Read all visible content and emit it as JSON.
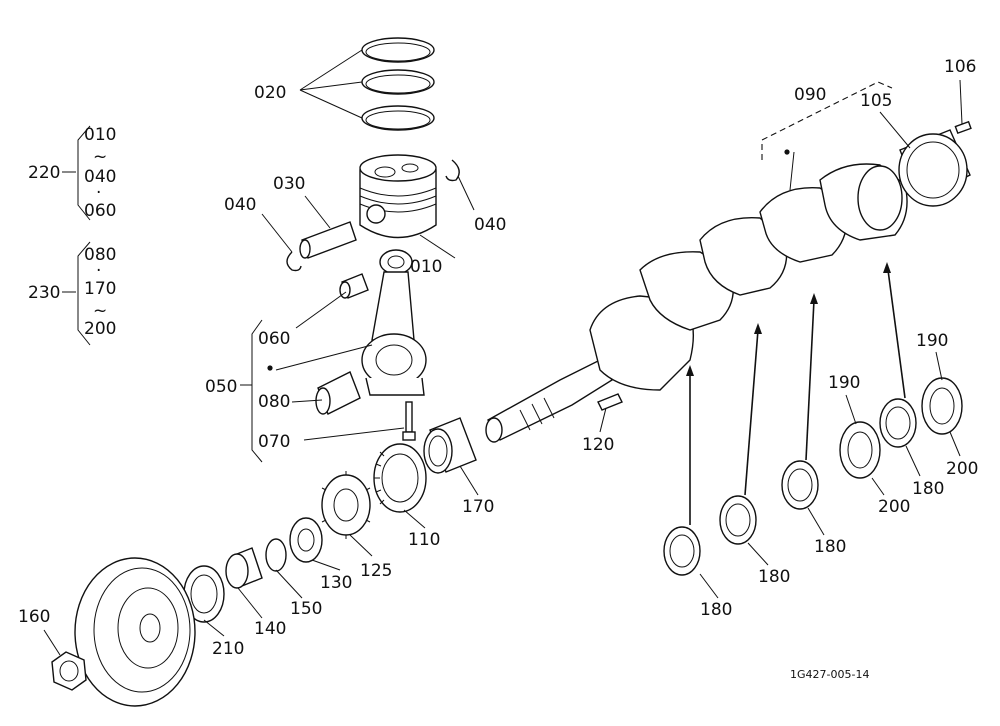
{
  "figure": {
    "figure_code": "1G427-005-14",
    "parts": [
      {
        "id": "p010",
        "label": "010"
      },
      {
        "id": "p020",
        "label": "020"
      },
      {
        "id": "p030",
        "label": "030"
      },
      {
        "id": "p040a",
        "label": "040"
      },
      {
        "id": "p040b",
        "label": "040"
      },
      {
        "id": "p050",
        "label": "050"
      },
      {
        "id": "p060",
        "label": "060"
      },
      {
        "id": "p070",
        "label": "070"
      },
      {
        "id": "p080",
        "label": "080"
      },
      {
        "id": "p090",
        "label": "090"
      },
      {
        "id": "p105",
        "label": "105"
      },
      {
        "id": "p106",
        "label": "106"
      },
      {
        "id": "p110",
        "label": "110"
      },
      {
        "id": "p120",
        "label": "120"
      },
      {
        "id": "p125",
        "label": "125"
      },
      {
        "id": "p130",
        "label": "130"
      },
      {
        "id": "p140",
        "label": "140"
      },
      {
        "id": "p150",
        "label": "150"
      },
      {
        "id": "p160",
        "label": "160"
      },
      {
        "id": "p170",
        "label": "170"
      },
      {
        "id": "p180a",
        "label": "180"
      },
      {
        "id": "p180b",
        "label": "180"
      },
      {
        "id": "p180c",
        "label": "180"
      },
      {
        "id": "p180d",
        "label": "180"
      },
      {
        "id": "p190a",
        "label": "190"
      },
      {
        "id": "p190b",
        "label": "190"
      },
      {
        "id": "p200a",
        "label": "200"
      },
      {
        "id": "p200b",
        "label": "200"
      },
      {
        "id": "p210",
        "label": "210"
      }
    ],
    "kits": [
      {
        "id": "k220",
        "label": "220",
        "items": [
          "010",
          "~",
          "040",
          "·",
          "060"
        ]
      },
      {
        "id": "k230",
        "label": "230",
        "items": [
          "080",
          "·",
          "170",
          "~",
          "200"
        ]
      }
    ]
  }
}
